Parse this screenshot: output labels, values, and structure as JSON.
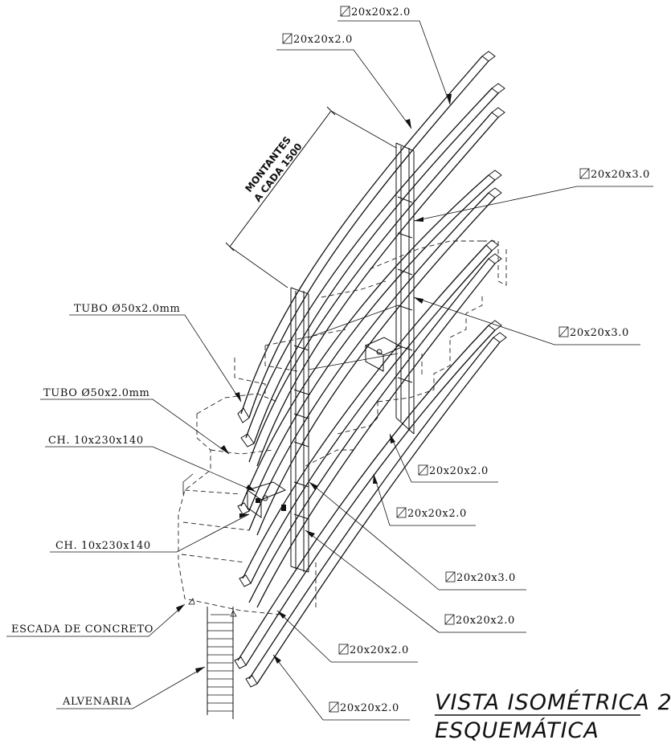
{
  "title": {
    "line1": "VISTA ISOMÉTRICA 2",
    "line2": "ESQUEMÁTICA"
  },
  "dimension": {
    "line1": "MONTANTES",
    "line2": "A CADA 1500"
  },
  "left_labels": [
    {
      "text": "TUBO Ø50x2.0mm"
    },
    {
      "text": "TUBO Ø50x2.0mm"
    },
    {
      "text": "CH. 10x230x140"
    },
    {
      "text": "CH. 10x230x140"
    },
    {
      "text": "ESCADA DE CONCRETO"
    },
    {
      "text": "ALVENARIA"
    }
  ],
  "profile_labels": [
    {
      "text": "20x20x2.0"
    },
    {
      "text": "20x20x2.0"
    },
    {
      "text": "20x20x3.0"
    },
    {
      "text": "20x20x3.0"
    },
    {
      "text": "20x20x2.0"
    },
    {
      "text": "20x20x2.0"
    },
    {
      "text": "20x20x3.0"
    },
    {
      "text": "20x20x2.0"
    },
    {
      "text": "20x20x2.0"
    },
    {
      "text": "20x20x2.0"
    }
  ]
}
